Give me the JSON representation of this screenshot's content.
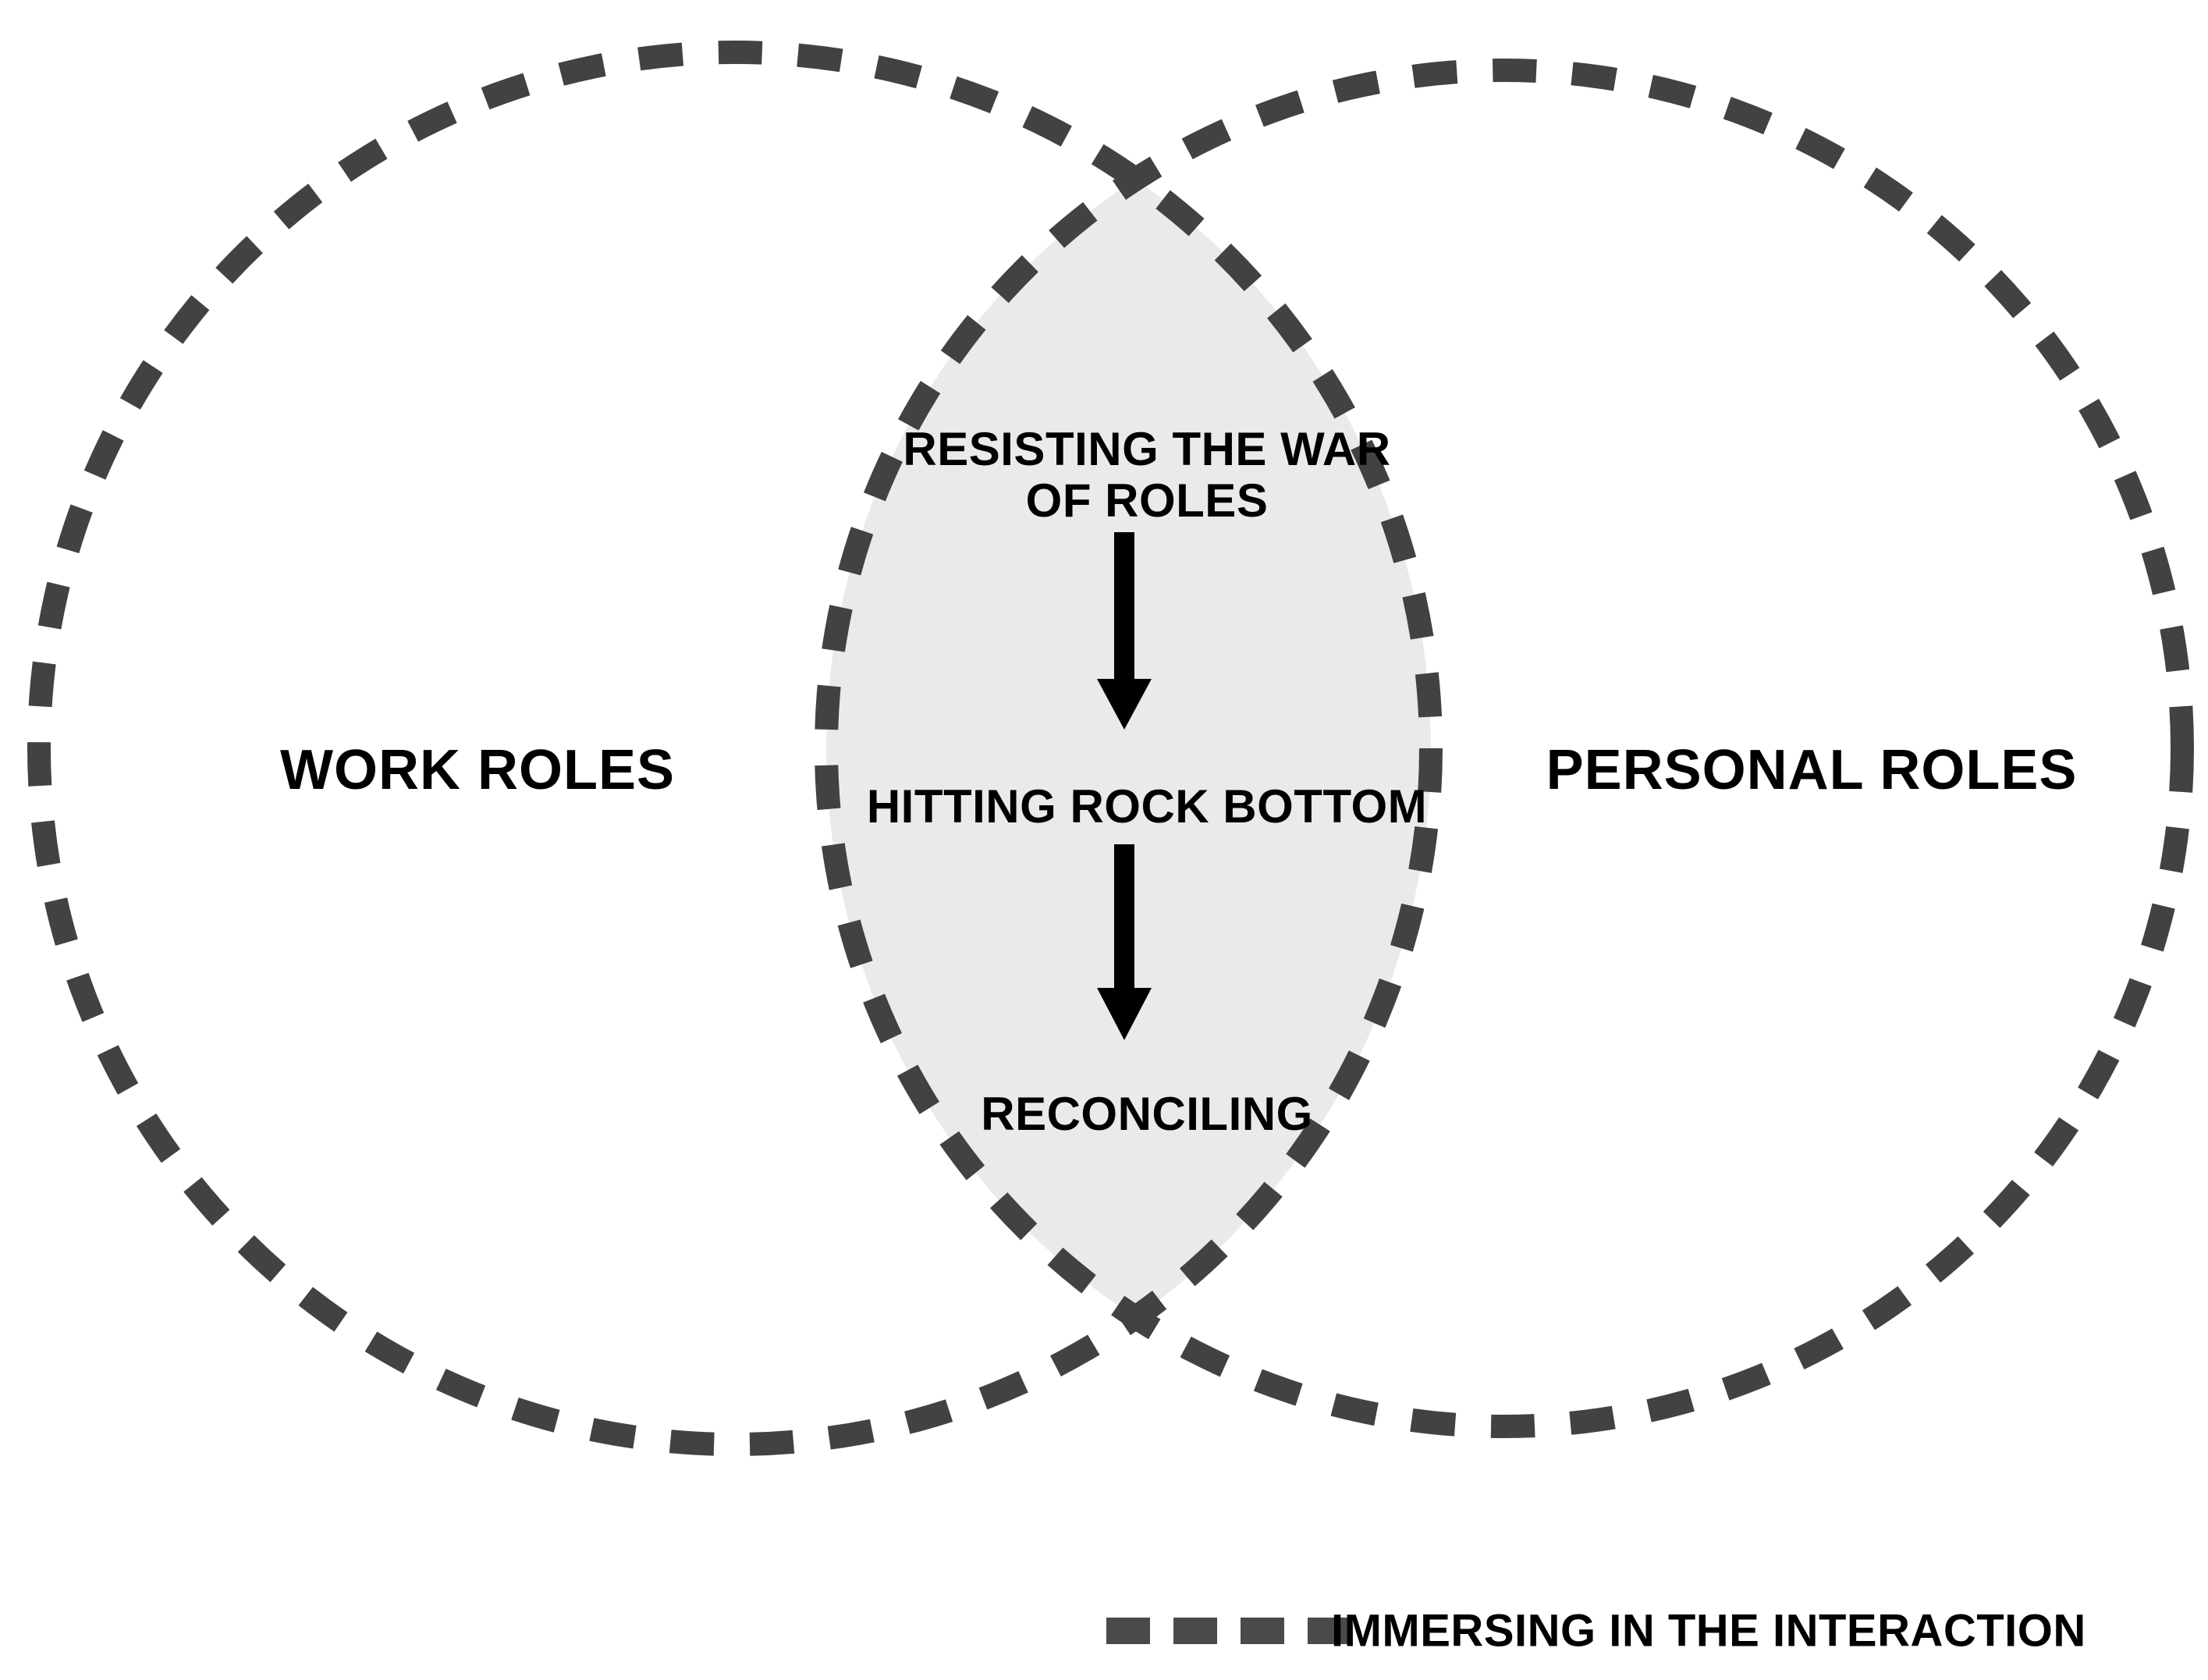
{
  "diagram": {
    "title": "Work and personal roles Venn diagram",
    "type": "venn-two-circle",
    "left_circle": {
      "label": "WORK ROLES"
    },
    "right_circle": {
      "label": "PERSONAL ROLES"
    },
    "intersection": {
      "stages": [
        {
          "line1": "RESISTING THE WAR",
          "line2": "OF ROLES"
        },
        {
          "line1": "HITTING ROCK BOTTOM",
          "line2": ""
        },
        {
          "line1": "RECONCILING",
          "line2": ""
        }
      ],
      "arrows": [
        {
          "direction": "down",
          "from": "RESISTING THE WAR OF ROLES",
          "to": "HITTING ROCK BOTTOM"
        },
        {
          "direction": "down",
          "from": "HITTING ROCK BOTTOM",
          "to": "RECONCILING"
        }
      ]
    },
    "legend": {
      "swatch_style": "dashed-line",
      "label": "IMMERSING IN THE INTERACTION"
    },
    "colors": {
      "stroke": "#424242",
      "lens_fill": "#eaeaea",
      "text": "#000000",
      "background": "#ffffff",
      "legend_swatch": "#4a4a4a"
    }
  }
}
